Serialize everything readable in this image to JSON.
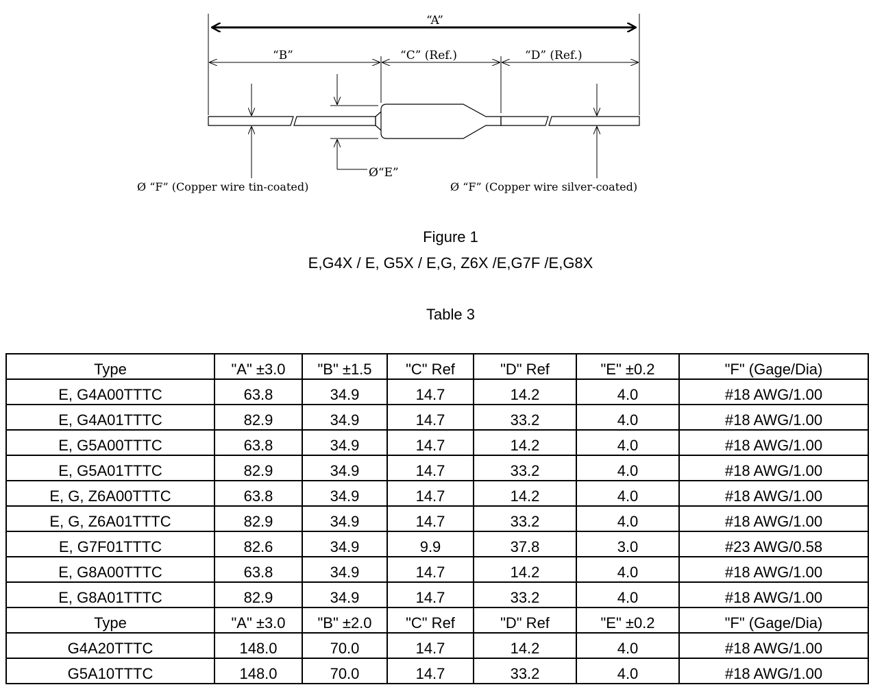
{
  "figure": {
    "dims": {
      "A": "“A”",
      "B": "“B”",
      "C": "“C” (Ref.)",
      "D": "“D” (Ref.)",
      "E": "Ø“E”",
      "F_left": "Ø “F” (Copper wire tin-coated)",
      "F_right": "Ø “F” (Copper wire silver-coated)"
    },
    "title": "Figure 1",
    "subtitle": "E,G4X / E, G5X / E,G, Z6X /E,G7F /E,G8X"
  },
  "table": {
    "title": "Table 3",
    "rows": [
      [
        "Type",
        "\"A\" ±3.0",
        "\"B\" ±1.5",
        "\"C\" Ref",
        "\"D\" Ref",
        "\"E\" ±0.2",
        "\"F\" (Gage/Dia)"
      ],
      [
        "E, G4A00TTTC",
        "63.8",
        "34.9",
        "14.7",
        "14.2",
        "4.0",
        "#18 AWG/1.00"
      ],
      [
        "E, G4A01TTTC",
        "82.9",
        "34.9",
        "14.7",
        "33.2",
        "4.0",
        "#18 AWG/1.00"
      ],
      [
        "E, G5A00TTTC",
        "63.8",
        "34.9",
        "14.7",
        "14.2",
        "4.0",
        "#18 AWG/1.00"
      ],
      [
        "E, G5A01TTTC",
        "82.9",
        "34.9",
        "14.7",
        "33.2",
        "4.0",
        "#18 AWG/1.00"
      ],
      [
        "E, G, Z6A00TTTC",
        "63.8",
        "34.9",
        "14.7",
        "14.2",
        "4.0",
        "#18 AWG/1.00"
      ],
      [
        "E, G, Z6A01TTTC",
        "82.9",
        "34.9",
        "14.7",
        "33.2",
        "4.0",
        "#18 AWG/1.00"
      ],
      [
        "E, G7F01TTTC",
        "82.6",
        "34.9",
        "9.9",
        "37.8",
        "3.0",
        "#23 AWG/0.58"
      ],
      [
        "E, G8A00TTTC",
        "63.8",
        "34.9",
        "14.7",
        "14.2",
        "4.0",
        "#18 AWG/1.00"
      ],
      [
        "E, G8A01TTTC",
        "82.9",
        "34.9",
        "14.7",
        "33.2",
        "4.0",
        "#18 AWG/1.00"
      ],
      [
        "Type",
        "\"A\" ±3.0",
        "\"B\" ±2.0",
        "\"C\" Ref",
        "\"D\" Ref",
        "\"E\" ±0.2",
        "\"F\" (Gage/Dia)"
      ],
      [
        "G4A20TTTC",
        "148.0",
        "70.0",
        "14.7",
        "14.2",
        "4.0",
        "#18 AWG/1.00"
      ],
      [
        "G5A10TTTC",
        "148.0",
        "70.0",
        "14.7",
        "33.2",
        "4.0",
        "#18 AWG/1.00"
      ]
    ]
  }
}
